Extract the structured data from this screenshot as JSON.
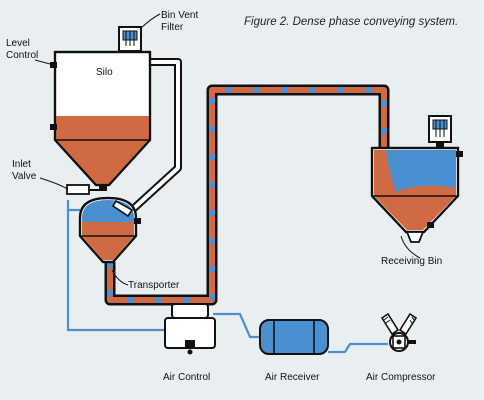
{
  "caption": "Figure 2. Dense phase conveying system.",
  "labels": {
    "bin_vent_filter_1": "Bin Vent",
    "bin_vent_filter_2": "Filter",
    "level_control_1": "Level",
    "level_control_2": "Control",
    "silo": "Silo",
    "inlet_valve_1": "Inlet",
    "inlet_valve_2": "Valve",
    "transporter": "Transporter",
    "receiving_bin": "Receiving Bin",
    "air_control": "Air Control",
    "air_receiver": "Air Receiver",
    "air_compressor": "Air Compressor"
  },
  "colors": {
    "background": "#e9eff1",
    "material": "#cf6a43",
    "air": "#4a8fd0",
    "outline": "#111111",
    "vessel_fill": "#ffffff"
  }
}
